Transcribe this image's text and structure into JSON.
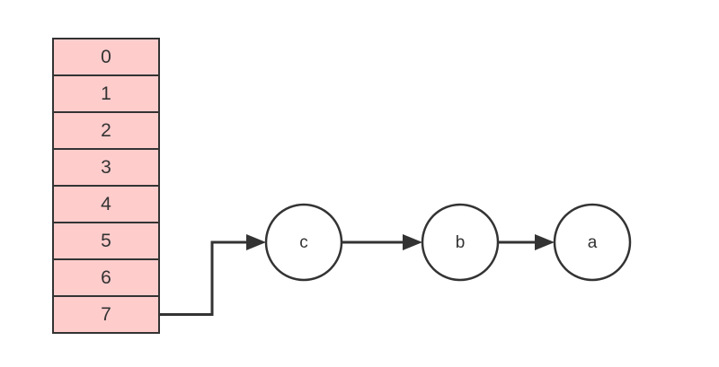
{
  "array": {
    "cells": [
      "0",
      "1",
      "2",
      "3",
      "4",
      "5",
      "6",
      "7"
    ],
    "fill_color": "#ffcccc",
    "stroke_color": "#333333"
  },
  "list": {
    "nodes": [
      "c",
      "b",
      "a"
    ],
    "stroke_color": "#333333"
  }
}
